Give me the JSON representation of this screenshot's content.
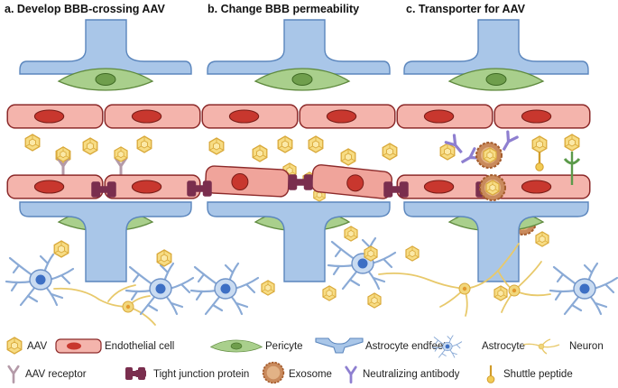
{
  "panels": [
    {
      "title": "a. Develop BBB-crossing AAV"
    },
    {
      "title": "b. Change BBB permeability"
    },
    {
      "title": "c. Transporter for AAV"
    }
  ],
  "legend": {
    "row1": [
      {
        "label": "AAV",
        "icon": "aav-capsid-icon"
      },
      {
        "label": "Endothelial cell",
        "icon": "endothelial-cell-icon"
      },
      {
        "label": "Pericyte",
        "icon": "pericyte-icon"
      },
      {
        "label": "Astrocyte endfeet",
        "icon": "astrocyte-endfeet-icon"
      },
      {
        "label": "Astrocyte",
        "icon": "astrocyte-icon"
      },
      {
        "label": "Neuron",
        "icon": "neuron-icon"
      }
    ],
    "row2": [
      {
        "label": "AAV receptor",
        "icon": "aav-receptor-icon"
      },
      {
        "label": "Tight junction protein",
        "icon": "tight-junction-icon"
      },
      {
        "label": "Exosome",
        "icon": "exosome-icon"
      },
      {
        "label": "Neutralizing antibody",
        "icon": "antibody-icon"
      },
      {
        "label": "Shuttle peptide",
        "icon": "shuttle-peptide-icon"
      }
    ]
  },
  "colors": {
    "aav_fill": "#f7dc83",
    "aav_stroke": "#d9a93a",
    "endothelial_fill": "#f4b4ac",
    "endothelial_stroke": "#8c2a2a",
    "nucleus_red": "#c8372e",
    "pericyte_fill": "#a9cf8c",
    "pericyte_nucleus": "#6f9e4c",
    "astro_fill": "#a9c6e8",
    "astro_stroke": "#5b86bd",
    "astro_nucleus": "#3d6fc4",
    "neuron": "#e8c96b",
    "tight_junction": "#7a2e4e",
    "receptor": "#b49aa8",
    "exosome": "#b56a3c",
    "antibody": "#8e7fd0",
    "peptide": "#e0b244"
  }
}
